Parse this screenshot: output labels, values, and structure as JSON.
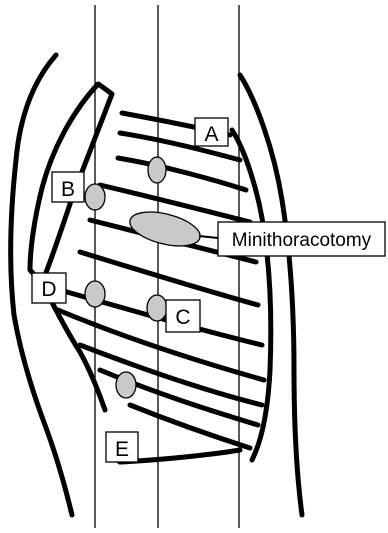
{
  "labels": {
    "a": "A",
    "b": "B",
    "c": "C",
    "d": "D",
    "e": "E",
    "minithoracotomy": "Minithoracotomy"
  },
  "colors": {
    "stroke": "#000000",
    "port_fill": "#c9c9c9",
    "background": "#ffffff"
  }
}
